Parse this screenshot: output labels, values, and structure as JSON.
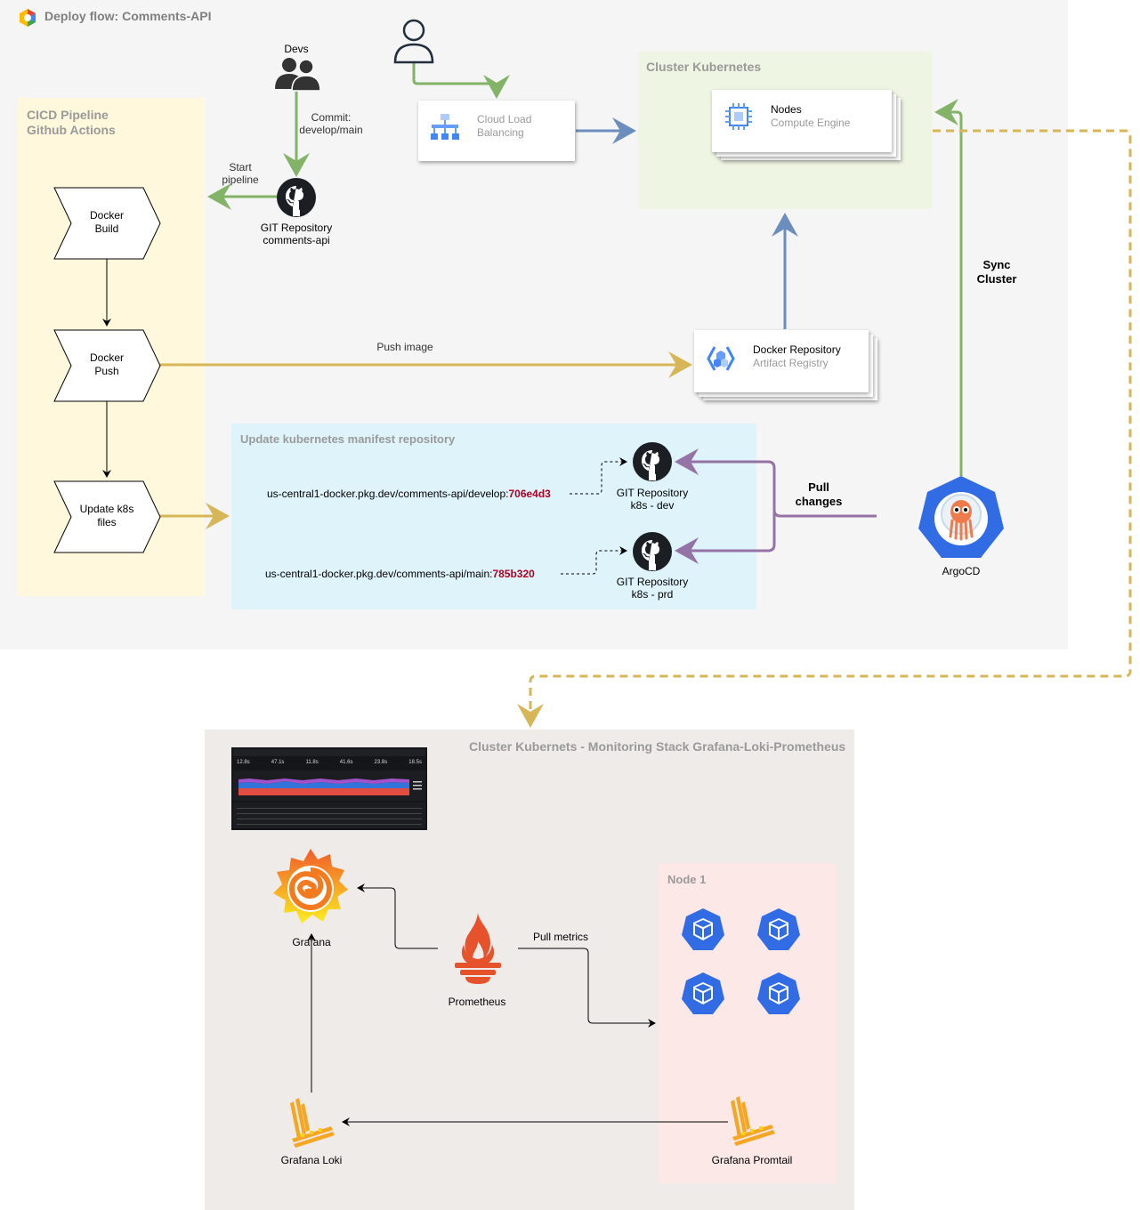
{
  "title": "Deploy flow: Comments-API",
  "zones": {
    "cicd": "CICD Pipeline\nGithub Actions",
    "cluster": "Cluster Kubernetes",
    "manifest": "Update kubernetes manifest repository",
    "monitoring": "Cluster Kubernets - Monitoring Stack Grafana-Loki-Prometheus",
    "node1": "Node 1"
  },
  "actors": {
    "devs": "Devs",
    "git_repo": {
      "line1": "GIT Repository",
      "line2": "comments-api"
    },
    "git_dev": {
      "line1": "GIT Repository",
      "line2": "k8s - dev"
    },
    "git_prd": {
      "line1": "GIT Repository",
      "line2": "k8s - prd"
    },
    "argocd": "ArgoCD"
  },
  "steps": {
    "build": {
      "line1": "Docker",
      "line2": "Build"
    },
    "push": {
      "line1": "Docker",
      "line2": "Push"
    },
    "update": {
      "line1": "Update k8s",
      "line2": "files"
    }
  },
  "cards": {
    "lb": {
      "title": "Cloud Load",
      "sub": "Balancing"
    },
    "nodes": {
      "title": "Nodes",
      "sub": "Compute Engine"
    },
    "registry": {
      "title": "Docker Repository",
      "sub": "Artifact Registry"
    }
  },
  "edge_labels": {
    "commit": {
      "line1": "Commit:",
      "line2": "develop/main"
    },
    "start": {
      "line1": "Start",
      "line2": "pipeline"
    },
    "push_image": "Push image",
    "sync": {
      "line1": "Sync",
      "line2": "Cluster"
    },
    "pull_changes": {
      "line1": "Pull",
      "line2": "changes"
    },
    "pull_metrics": "Pull metrics"
  },
  "manifest_lines": {
    "dev": {
      "prefix": "us-central1-docker.pkg.dev/comments-api/develop:",
      "tag": "706e4d3"
    },
    "prd": {
      "prefix": "us-central1-docker.pkg.dev/comments-api/main:",
      "tag": "785b320"
    }
  },
  "monitoring": {
    "grafana": "Grafana",
    "prometheus": "Prometheus",
    "loki": "Grafana Loki",
    "promtail": "Grafana Promtail",
    "dashboard_stats": [
      "12.8s",
      "47.1s",
      "11.8s",
      "41.6s",
      "23.8s",
      "18.5s"
    ]
  },
  "colors": {
    "green": "#82b366",
    "blue": "#6c8ebf",
    "yellow": "#d6b656",
    "purple": "#9673a6",
    "k8s_blue": "#326ce5",
    "grafana_orange": "#f46800",
    "prom_orange": "#e6522c"
  }
}
